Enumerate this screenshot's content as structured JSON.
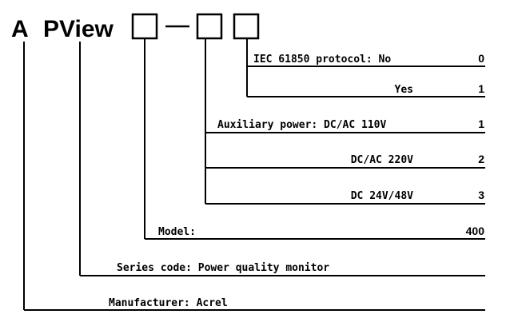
{
  "title": {
    "prefix": "A",
    "name": "PView",
    "separator": "—"
  },
  "options": {
    "iec_protocol": {
      "label": "IEC 61850 protocol: No",
      "code": "0"
    },
    "iec_yes": {
      "label": "Yes",
      "code": "1"
    },
    "aux_110": {
      "label": "Auxiliary power: DC/AC 110V",
      "code": "1"
    },
    "aux_220": {
      "label": "DC/AC 220V",
      "code": "2"
    },
    "aux_24_48": {
      "label": "DC 24V/48V",
      "code": "3"
    },
    "model": {
      "label": "Model:",
      "code": "400"
    },
    "series": {
      "label": "Series code: Power quality monitor"
    },
    "manufacturer": {
      "label": "Manufacturer: Acrel"
    }
  },
  "colors": {
    "line": "#000000",
    "box": "#000000",
    "background": "#ffffff"
  }
}
